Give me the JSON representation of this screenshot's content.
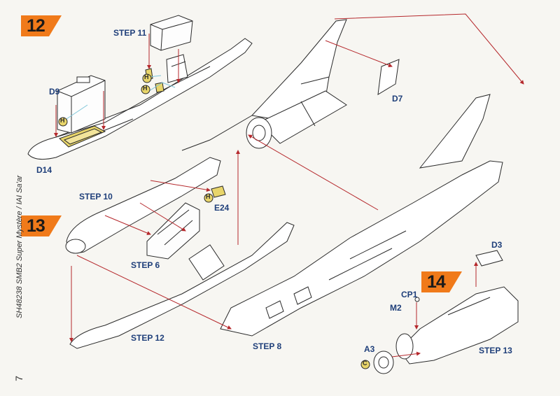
{
  "steps": {
    "s12": "12",
    "s13": "13",
    "s14": "14"
  },
  "labels": {
    "step11": "STEP 11",
    "d9": "D9",
    "d14": "D14",
    "d7": "D7",
    "step10": "STEP 10",
    "e24": "E24",
    "step6": "STEP 6",
    "step12": "STEP 12",
    "step8": "STEP 8",
    "d3": "D3",
    "cp1": "CP1",
    "m2": "M2",
    "a3": "A3",
    "step13": "STEP 13"
  },
  "part_markers": {
    "h": "H",
    "c": "C"
  },
  "side_caption": "SH48238 SMB2 Super Mystère / IAI Sa'ar",
  "page_number": "7",
  "colors": {
    "badge_orange": "#f07a1a",
    "label_blue": "#1f3f7a",
    "arrow_red": "#b5282c",
    "leader_cyan": "#7fc6d8",
    "part_yellow": "#e8d56a",
    "line_dark": "#2a2a2a"
  }
}
